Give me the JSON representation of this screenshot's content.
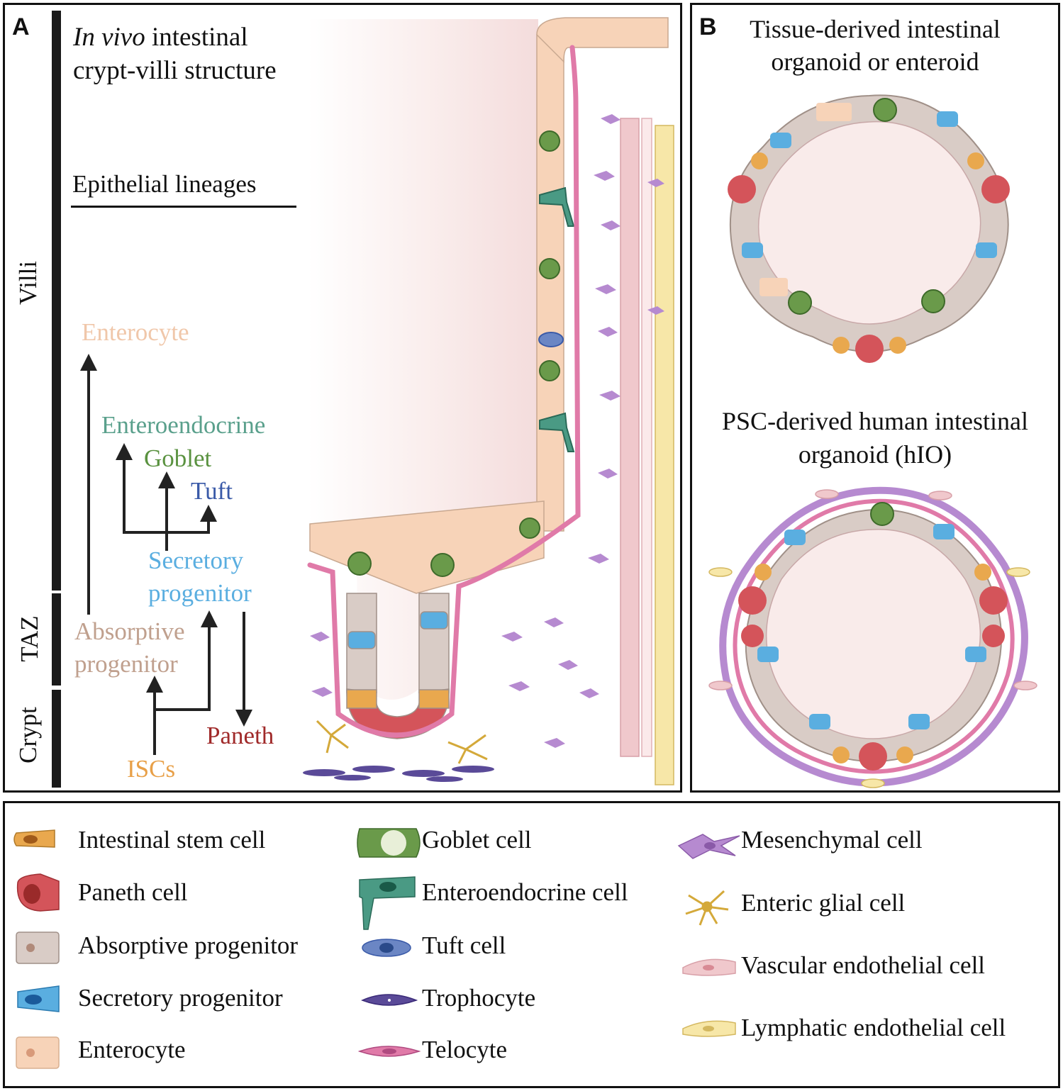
{
  "panel_a": {
    "letter": "A",
    "title_italic": "In vivo",
    "title_rest": " intestinal",
    "title_line2": "crypt-villi structure",
    "lineages_heading": "Epithelial lineages",
    "zones": {
      "villi": "Villi",
      "taz": "TAZ",
      "crypt": "Crypt"
    },
    "lineage_tree": {
      "enterocyte": "Enterocyte",
      "enteroendocrine": "Enteroendocrine",
      "goblet": "Goblet",
      "tuft": "Tuft",
      "secretory_progenitor_line1": "Secretory",
      "secretory_progenitor_line2": "progenitor",
      "absorptive_progenitor_line1": "Absorptive",
      "absorptive_progenitor_line2": "progenitor",
      "paneth": "Paneth",
      "iscs": "ISCs"
    }
  },
  "panel_b": {
    "letter": "B",
    "organoid_title_line1": "Tissue-derived intestinal",
    "organoid_title_line2": "organoid or enteroid",
    "hio_title_line1": "PSC-derived human intestinal",
    "hio_title_line2": "organoid (hIO)"
  },
  "legend": {
    "col1": [
      "Intestinal stem cell",
      "Paneth cell",
      "Absorptive progenitor",
      "Secretory progenitor",
      "Enterocyte"
    ],
    "col2": [
      "Goblet cell",
      "Enteroendocrine cell",
      "Tuft cell",
      "Trophocyte",
      "Telocyte"
    ],
    "col3": [
      "Mesenchymal cell",
      "Enteric glial cell",
      "Vascular endothelial cell",
      "Lymphatic endothelial cell"
    ]
  },
  "colors": {
    "stem": "#e9a84e",
    "paneth": "#d4545a",
    "absorptive": "#d9ccc6",
    "secretory": "#5aaee0",
    "enterocyte": "#f7d3b8",
    "goblet": "#6a9a4a",
    "enteroendocrine": "#4a9a84",
    "tuft": "#6b86c4",
    "trophocyte": "#5a4a98",
    "telocyte": "#e07aa8",
    "mesenchymal": "#b68ad0",
    "glial": "#d4a93a",
    "vascular": "#f0c8cc",
    "lymphatic": "#f7e7a8",
    "lumen": "#f9ebea",
    "text_enterocyte": "#f0c7aa",
    "text_enteroendocrine": "#5aa08c",
    "text_goblet": "#5a9240",
    "text_tuft": "#3a5aa8",
    "text_secretory": "#5aaee0",
    "text_absorptive": "#c0a08e",
    "text_paneth": "#a02a2a",
    "text_iscs": "#e8a048"
  }
}
